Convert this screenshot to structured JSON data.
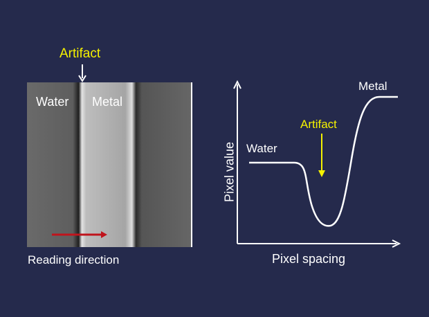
{
  "left_panel": {
    "artifact_label": "Artifact",
    "water_label": "Water",
    "metal_label": "Metal",
    "caption": "Reading direction"
  },
  "right_panel": {
    "y_axis_label": "Pixel value",
    "x_axis_label": "Pixel spacing",
    "water_label": "Water",
    "metal_label": "Metal",
    "artifact_label": "Artifact"
  },
  "colors": {
    "background": "#252a4c",
    "artifact_text": "#f5f200",
    "reading_arrow": "#c0141c",
    "curve": "#ffffff"
  }
}
